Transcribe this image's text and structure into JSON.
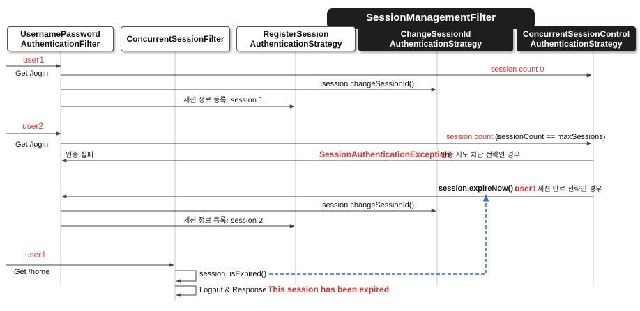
{
  "banner": "SessionManagementFilter",
  "actors": [
    {
      "line1": "UsernamePassword",
      "line2": "AuthenticationFilter"
    },
    {
      "line1": "ConcurrentSessionFilter",
      "line2": ""
    },
    {
      "line1": "RegisterSession",
      "line2": "AuthenticationStrategy"
    },
    {
      "line1": "ChangeSessionId",
      "line2": "AuthenticationStrategy"
    },
    {
      "line1": "ConcurrentSessionControl",
      "line2": "AuthenticationStrategy"
    }
  ],
  "messages": {
    "user1_a": "user1",
    "get_login_a": "Get /login",
    "session_count_0": "session count 0",
    "change_id_a": "session.changeSessionId()",
    "register_1": "세션 정보 등록: session 1",
    "user2": "user2",
    "get_login_b": "Get /login",
    "session_count_1": "session count 1",
    "session_count_cond": "(sessionCount == maxSessions)",
    "auth_fail": "인증 실패",
    "exception": "SessionAuthenticationException",
    "block_strategy": "인증 시도 차단 전략인 경우",
    "expire_now": "session.expireNow() :",
    "expire_user": "user1",
    "expire_strategy": "세션 만료 전략인 경우",
    "change_id_b": "session.changeSessionId()",
    "register_2": "세션 정보 등록: session 2",
    "user1_b": "user1",
    "get_home": "Get /home",
    "is_expired": "session. isExpired()",
    "logout_response": "Logout & Response",
    "expired_message": "This session has been expired"
  },
  "colors": {
    "arrow": "#555555",
    "accent_red": "#e8312f",
    "dashed_link": "#2f6fc0",
    "lifeline": "#c8c8c8"
  }
}
